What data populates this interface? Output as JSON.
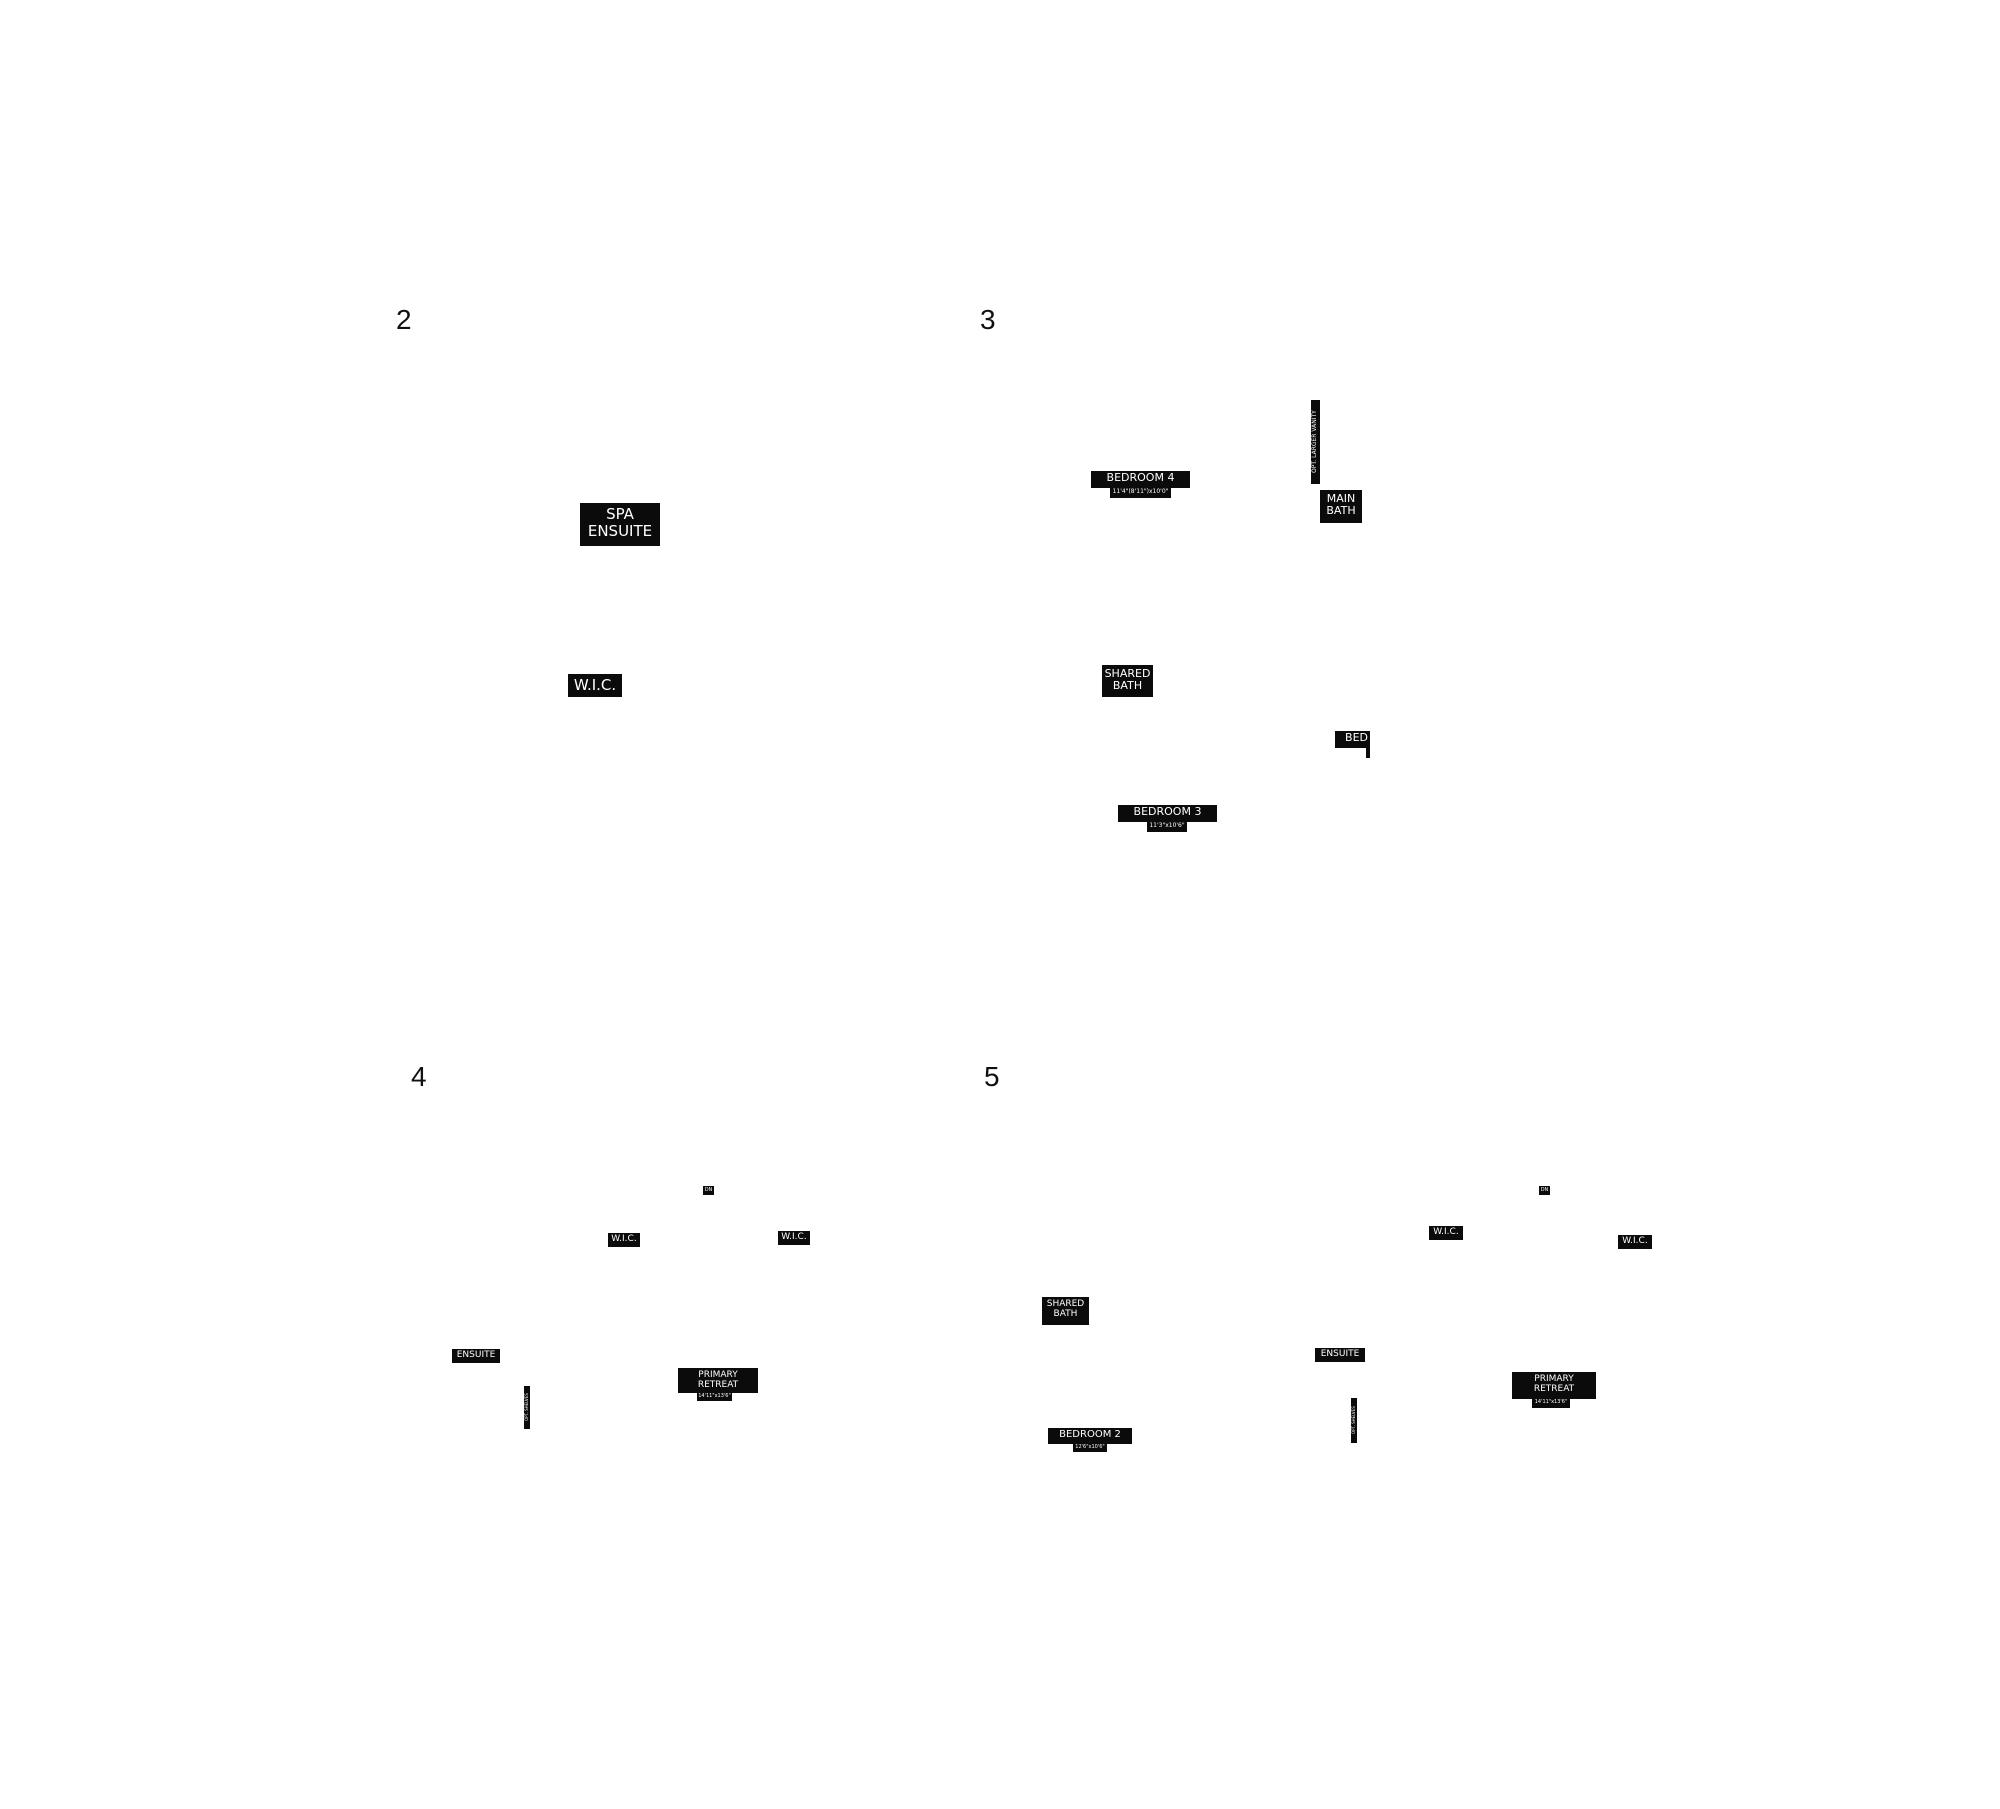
{
  "panels": {
    "p2": {
      "number": "2",
      "spa_ensuite": [
        "SPA",
        "ENSUITE"
      ],
      "wic": "W.I.C."
    },
    "p3": {
      "number": "3",
      "bedroom4": {
        "name": "BEDROOM 4",
        "dims": "11'4\"(8'11\")x10'0\""
      },
      "opt_vanity": "OPT. LARGER VANITY",
      "main_bath": [
        "MAIN",
        "BATH"
      ],
      "shared_bath": [
        "SHARED",
        "BATH"
      ],
      "bed_partial": "BED",
      "bedroom3": {
        "name": "BEDROOM 3",
        "dims": "11'3\"x10'6\""
      }
    },
    "p4": {
      "number": "4",
      "dn": "DN",
      "wic_left": "W.I.C.",
      "wic_right": "W.I.C.",
      "ensuite": "ENSUITE",
      "primary_retreat": {
        "name": [
          "PRIMARY",
          "RETREAT"
        ],
        "dims": "14'11\"x13'6\""
      },
      "opt_label": "OPT. SHELVES"
    },
    "p5": {
      "number": "5",
      "dn": "DN",
      "wic_left": "W.I.C.",
      "wic_right": "W.I.C.",
      "shared_bath": [
        "SHARED",
        "BATH"
      ],
      "ensuite": "ENSUITE",
      "primary_retreat": {
        "name": [
          "PRIMARY",
          "RETREAT"
        ],
        "dims": "14'11\"x13'6\""
      },
      "bedroom2": {
        "name": "BEDROOM 2",
        "dims": "12'6\"x10'6\""
      },
      "opt_label": "OPT. SHELVES"
    }
  }
}
